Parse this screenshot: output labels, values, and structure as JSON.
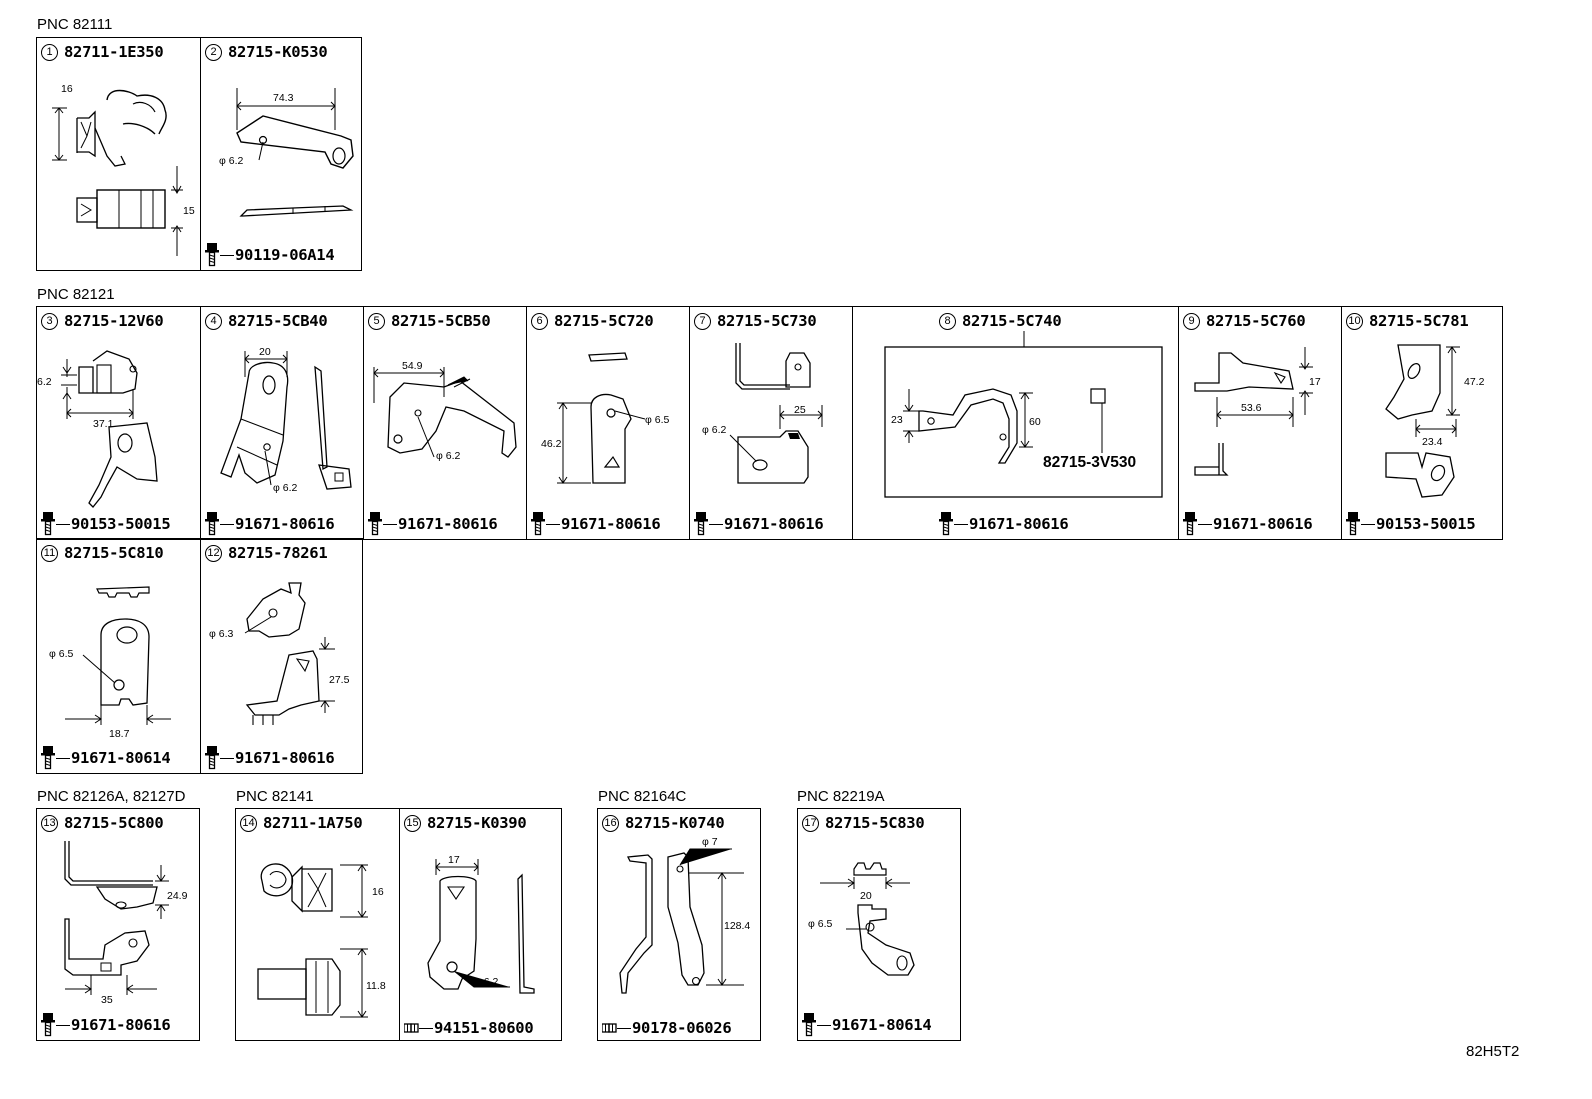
{
  "pnc_labels": {
    "g1": "PNC 82111",
    "g2": "PNC 82121",
    "g3": "PNC 82126A, 82127D",
    "g4": "PNC 82141",
    "g5": "PNC 82164C",
    "g6": "PNC 82219A"
  },
  "drawing_code": "82H5T2",
  "parts": {
    "p1": {
      "num": "1",
      "pn": "82711-1E350",
      "bolt": "",
      "dims": [
        "16",
        "15"
      ]
    },
    "p2": {
      "num": "2",
      "pn": "82715-K0530",
      "bolt": "90119-06A14",
      "dims": [
        "74.3",
        "φ 6.2"
      ]
    },
    "p3": {
      "num": "3",
      "pn": "82715-12V60",
      "bolt": "90153-50015",
      "dims": [
        "6.2",
        "37.1"
      ]
    },
    "p4": {
      "num": "4",
      "pn": "82715-5CB40",
      "bolt": "91671-80616",
      "dims": [
        "20",
        "φ 6.2"
      ]
    },
    "p5": {
      "num": "5",
      "pn": "82715-5CB50",
      "bolt": "91671-80616",
      "dims": [
        "54.9",
        "φ 6.2"
      ]
    },
    "p6": {
      "num": "6",
      "pn": "82715-5C720",
      "bolt": "91671-80616",
      "dims": [
        "φ 6.5",
        "46.2"
      ]
    },
    "p7": {
      "num": "7",
      "pn": "82715-5C730",
      "bolt": "91671-80616",
      "dims": [
        "25",
        "φ 6.2"
      ]
    },
    "p8": {
      "num": "8",
      "pn": "82715-5C740",
      "bolt": "91671-80616",
      "sub_pn": "82715-3V530",
      "dims": [
        "23",
        "60"
      ]
    },
    "p9": {
      "num": "9",
      "pn": "82715-5C760",
      "bolt": "91671-80616",
      "dims": [
        "17",
        "53.6"
      ]
    },
    "p10": {
      "num": "10",
      "pn": "82715-5C781",
      "bolt": "90153-50015",
      "dims": [
        "47.2",
        "23.4"
      ]
    },
    "p11": {
      "num": "11",
      "pn": "82715-5C810",
      "bolt": "91671-80614",
      "dims": [
        "φ 6.5",
        "18.7"
      ]
    },
    "p12": {
      "num": "12",
      "pn": "82715-78261",
      "bolt": "91671-80616",
      "dims": [
        "φ 6.3",
        "27.5"
      ]
    },
    "p13": {
      "num": "13",
      "pn": "82715-5C800",
      "bolt": "91671-80616",
      "dims": [
        "24.9",
        "35"
      ]
    },
    "p14": {
      "num": "14",
      "pn": "82711-1A750",
      "bolt": "",
      "dims": [
        "16",
        "11.8"
      ]
    },
    "p15": {
      "num": "15",
      "pn": "82715-K0390",
      "bolt": "94151-80600",
      "dims": [
        "17",
        "φ 6.2"
      ]
    },
    "p16": {
      "num": "16",
      "pn": "82715-K0740",
      "bolt": "90178-06026",
      "dims": [
        "φ 7",
        "128.4"
      ]
    },
    "p17": {
      "num": "17",
      "pn": "82715-5C830",
      "bolt": "91671-80614",
      "dims": [
        "20",
        "φ 6.5"
      ]
    }
  },
  "icons": {
    "bolt": "flange-bolt-icon",
    "nut": "nut-icon",
    "clip": "wire-clip-icon",
    "bracket": "bracket-sketch-icon"
  }
}
